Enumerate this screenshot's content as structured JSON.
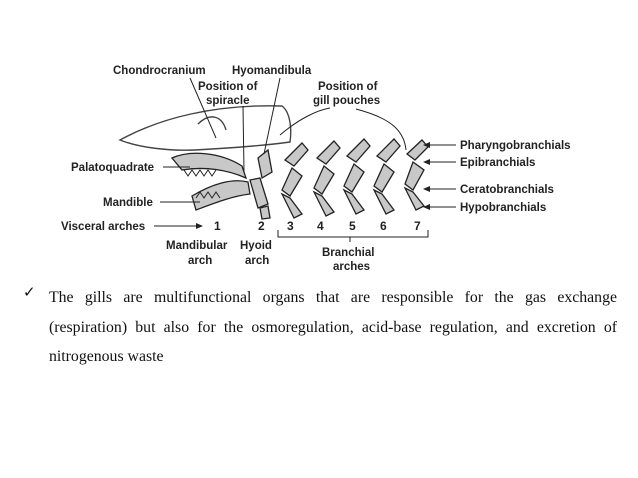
{
  "diagram": {
    "labels": {
      "chondrocranium": "Chondrocranium",
      "hyomandibula": "Hyomandibula",
      "spiracle_line1": "Position of",
      "spiracle_line2": "spiracle",
      "gill_pouches_line1": "Position of",
      "gill_pouches_line2": "gill pouches",
      "palatoquadrate": "Palatoquadrate",
      "mandible": "Mandible",
      "visceral_arches": "Visceral arches",
      "pharyngobranchials": "Pharyngobranchials",
      "epibranchials": "Epibranchials",
      "ceratobranchials": "Ceratobranchials",
      "hypobranchials": "Hypobranchials",
      "mandibular_line1": "Mandibular",
      "mandibular_line2": "arch",
      "hyoid_line1": "Hyoid",
      "hyoid_line2": "arch",
      "branchial_line1": "Branchial",
      "branchial_line2": "arches"
    },
    "arch_numbers": [
      "1",
      "2",
      "3",
      "4",
      "5",
      "6",
      "7"
    ]
  },
  "bullet": {
    "icon": "checkmark-icon",
    "text": "The gills are multifunctional organs that are responsible for the gas exchange (respiration) but also for the osmoregulation, acid-base regulation, and excretion of nitrogenous waste"
  }
}
